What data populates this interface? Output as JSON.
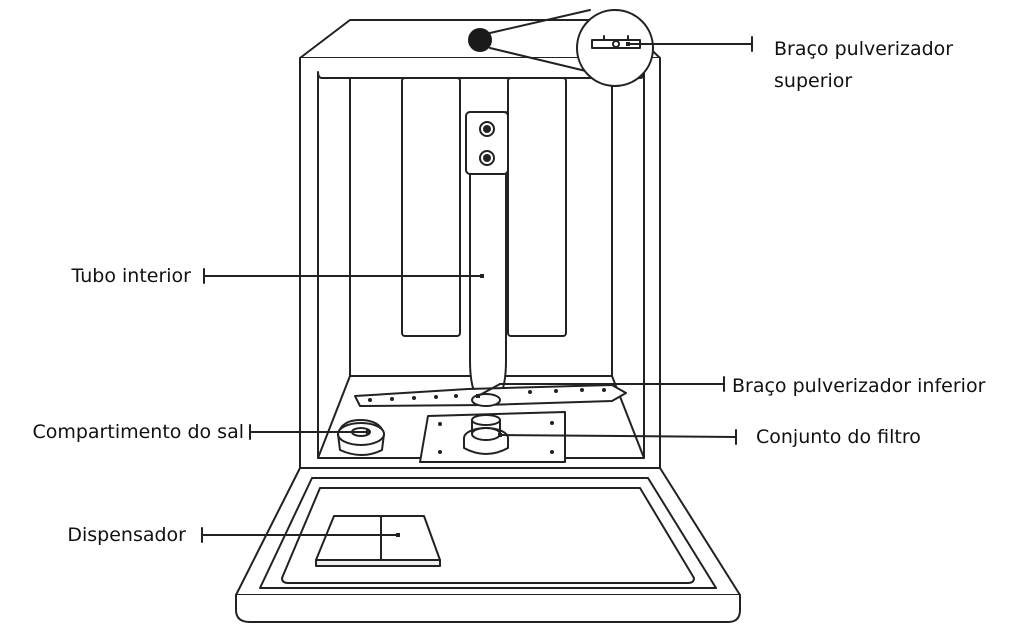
{
  "diagram": {
    "labels": {
      "upper_spray_arm_line1": "Braço pulverizador",
      "upper_spray_arm_line2": "superior",
      "inner_tube": "Tubo interior",
      "lower_spray_arm": "Braço pulverizador inferior",
      "salt_compartment": "Compartimento do sal",
      "filter_assembly": "Conjunto do filtro",
      "dispenser": "Dispensador"
    },
    "colors": {
      "stroke": "#222222",
      "fill": "#ffffff",
      "shadow": "#dddddd",
      "dark": "#1a1a1a"
    }
  }
}
